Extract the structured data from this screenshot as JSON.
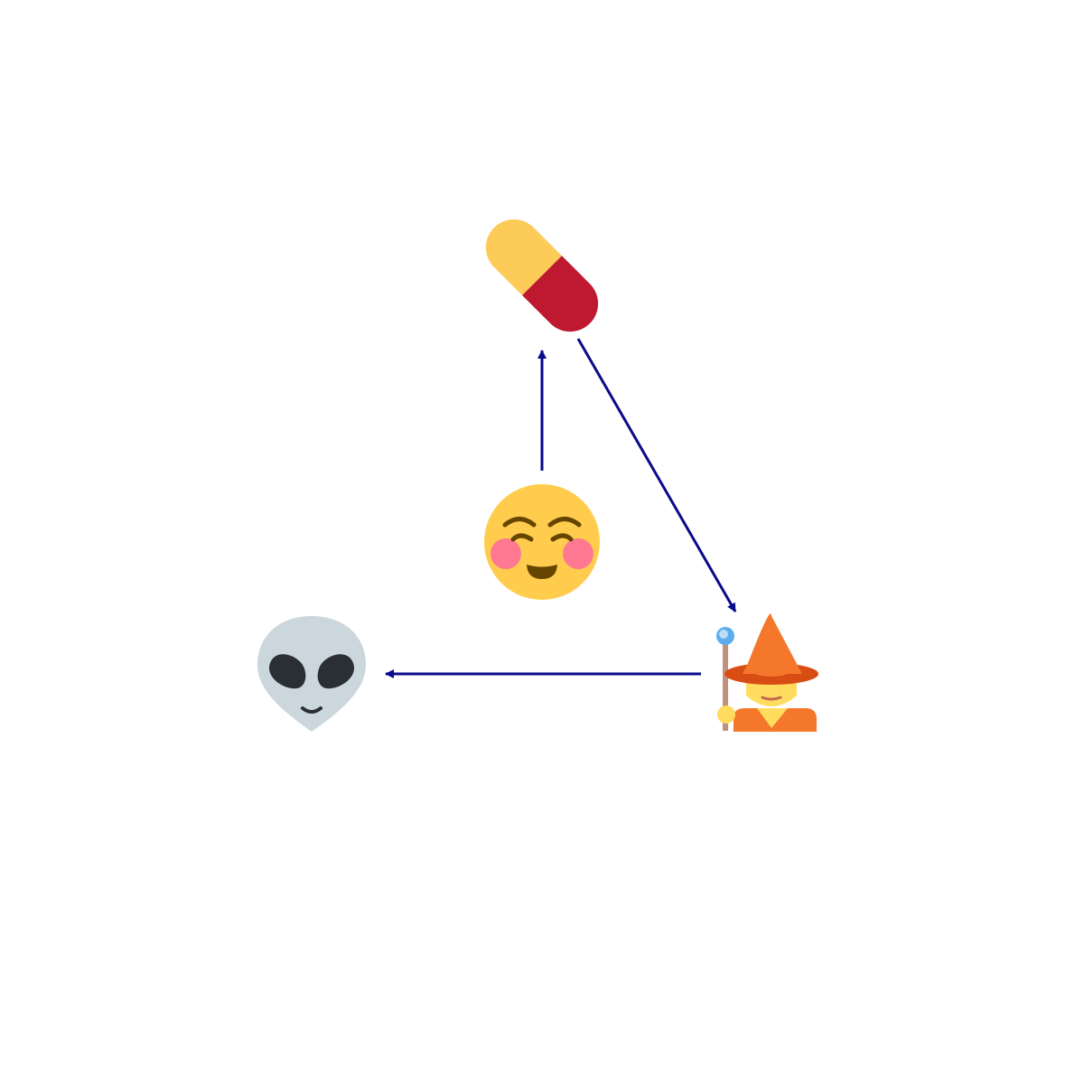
{
  "diagram": {
    "edge_color": "#0a0a8c",
    "nodes": [
      {
        "id": "pill",
        "icon": "pill-icon",
        "colors": {
          "cap": "#fdcb58",
          "body": "#be1931"
        }
      },
      {
        "id": "smiling-face",
        "icon": "smiling-face-with-blush-icon",
        "colors": {
          "face": "#ffcc4d",
          "blush": "#ff7892",
          "feature": "#664500"
        }
      },
      {
        "id": "mage",
        "icon": "mage-icon",
        "colors": {
          "hat": "#f4772c",
          "skin": "#ffdc5d",
          "robe": "#f4772c",
          "staff": "#c1917d",
          "orb": "#5dadec"
        }
      },
      {
        "id": "alien",
        "icon": "alien-icon",
        "colors": {
          "head": "#ccd6dd",
          "eyes": "#292f33"
        }
      }
    ],
    "edges": [
      {
        "from": "smiling-face",
        "to": "pill"
      },
      {
        "from": "pill",
        "to": "mage"
      },
      {
        "from": "mage",
        "to": "alien"
      }
    ]
  }
}
